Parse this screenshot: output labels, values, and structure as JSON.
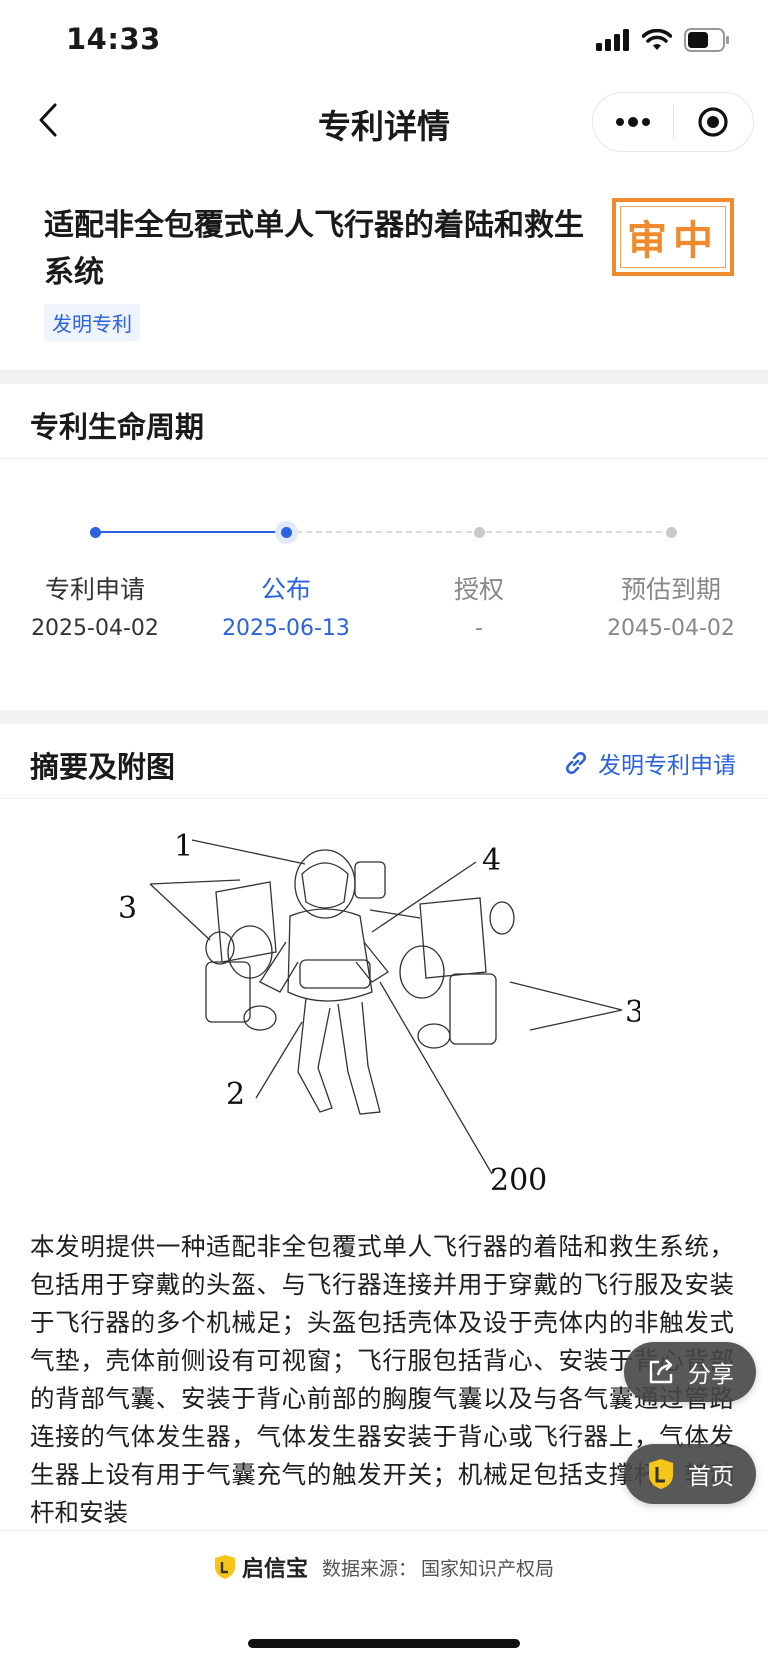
{
  "status_bar": {
    "time": "14:33"
  },
  "navbar": {
    "title": "专利详情"
  },
  "patent": {
    "title": "适配非全包覆式单人飞行器的着陆和救生系统",
    "type_tag": "发明专利",
    "status_stamp": "审中"
  },
  "lifecycle": {
    "heading": "专利生命周期",
    "steps": [
      {
        "name": "专利申请",
        "date": "2025-04-02",
        "state": "done"
      },
      {
        "name": "公布",
        "date": "2025-06-13",
        "state": "current"
      },
      {
        "name": "授权",
        "date": "-",
        "state": "pending"
      },
      {
        "name": "预估到期",
        "date": "2045-04-02",
        "state": "pending"
      }
    ]
  },
  "abstract_section": {
    "heading": "摘要及附图",
    "link_label": "发明专利申请",
    "figure_labels": [
      "1",
      "4",
      "3",
      "3",
      "2",
      "200"
    ],
    "text": "本发明提供一种适配非全包覆式单人飞行器的着陆和救生系统，包括用于穿戴的头盔、与飞行器连接并用于穿戴的飞行服及安装于飞行器的多个机械足；头盔包括壳体及设于壳体内的非触发式气垫，壳体前侧设有可视窗；飞行服包括背心、安装于背心背部的背部气囊、安装于背心前部的胸腹气囊以及与各气囊通过管路连接的气体发生器，气体发生器安装于背心或飞行器上，气体发生器上设有用于气囊充气的触发开关；机械足包括支撑杆、转动杆和安装"
  },
  "floating": {
    "share_label": "分享",
    "home_label": "首页"
  },
  "footer": {
    "brand": "启信宝",
    "source_label": "数据来源：",
    "source": "国家知识产权局"
  },
  "colors": {
    "accent": "#2a62e0",
    "stamp": "#f08a2c",
    "divider": "#f2f2f2"
  }
}
